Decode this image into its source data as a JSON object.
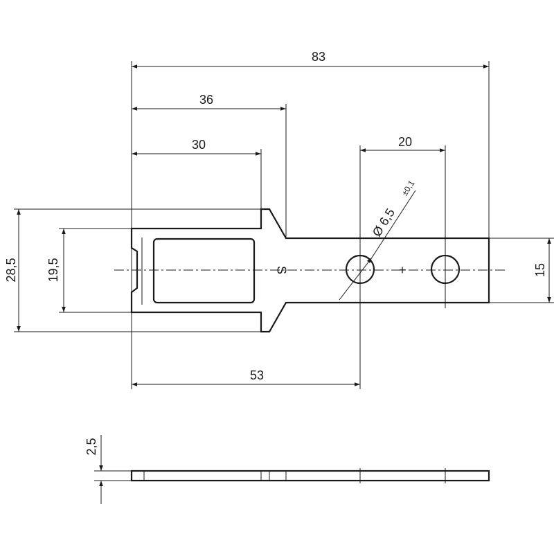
{
  "dimensions": {
    "overall_length": "83",
    "length_to_neck": "36",
    "length_to_shoulder": "30",
    "hole_spacing": "20",
    "hole_diameter": "Ø 6,5",
    "hole_tolerance": "±0,1",
    "total_height": "28,5",
    "slot_height": "19,5",
    "tab_height": "15",
    "length_to_hole": "53",
    "thickness": "2,5"
  },
  "markings": {
    "left_mark": "S",
    "right_mark": "+"
  }
}
